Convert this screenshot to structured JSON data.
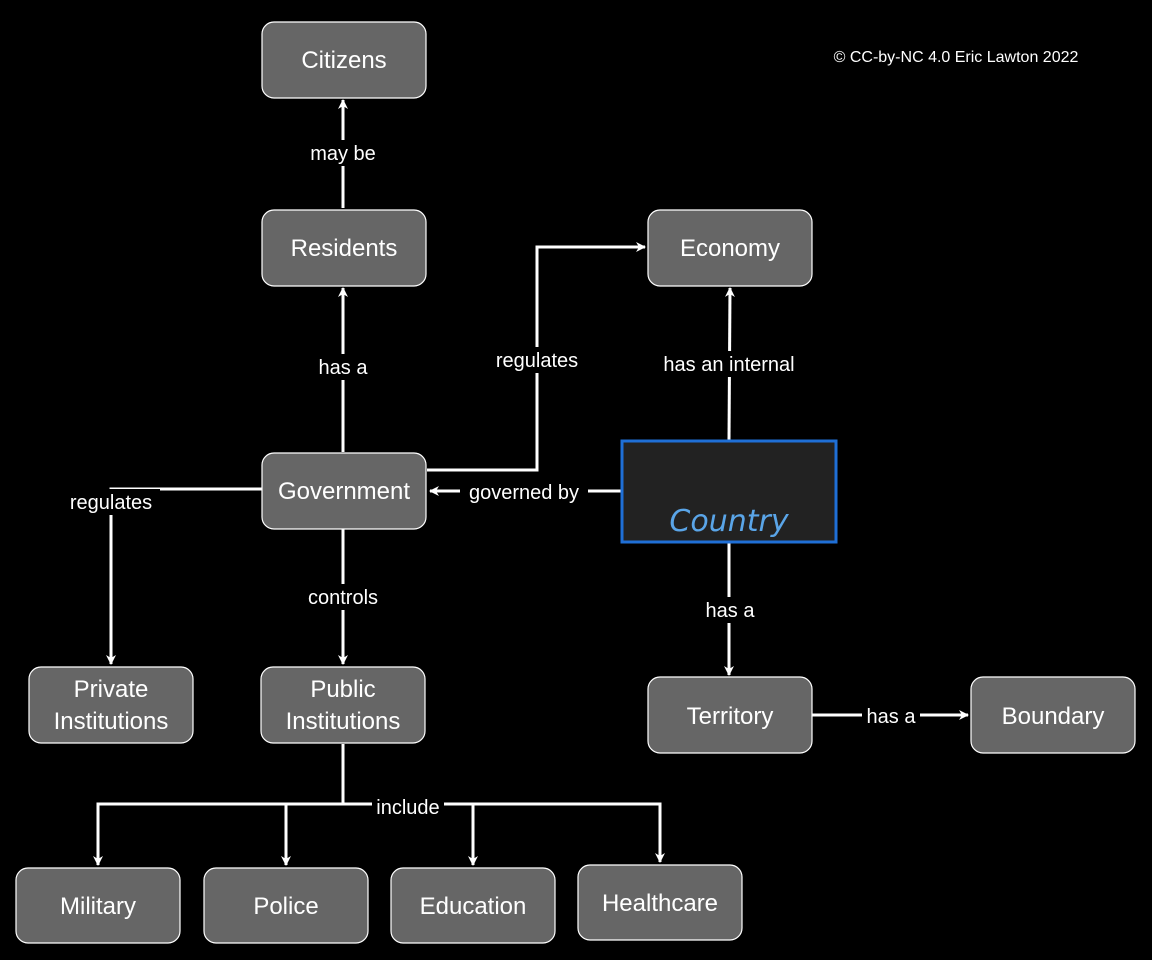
{
  "copyright": "© CC-by-NC 4.0 Eric Lawton 2022",
  "main_concept": "Country",
  "nodes": {
    "citizens": "Citizens",
    "residents": "Residents",
    "economy": "Economy",
    "government": "Government",
    "private_institutions": [
      "Private",
      "Institutions"
    ],
    "public_institutions": [
      "Public",
      "Institutions"
    ],
    "territory": "Territory",
    "boundary": "Boundary",
    "military": "Military",
    "police": "Police",
    "education": "Education",
    "healthcare": "Healthcare"
  },
  "edges": {
    "residents_citizens": "may be",
    "government_residents": "has a",
    "government_economy": "regulates",
    "country_economy": "has an internal",
    "country_government": "governed by",
    "government_private": "regulates",
    "government_public": "controls",
    "country_territory": "has a",
    "territory_boundary": "has a",
    "public_include": "include"
  },
  "colors": {
    "background": "#000000",
    "node_fill": "#666666",
    "node_stroke": "#ffffff",
    "edge": "#ffffff",
    "main_fill": "#222222",
    "main_stroke": "#1f6fd6",
    "main_text": "#5aa5e8"
  }
}
